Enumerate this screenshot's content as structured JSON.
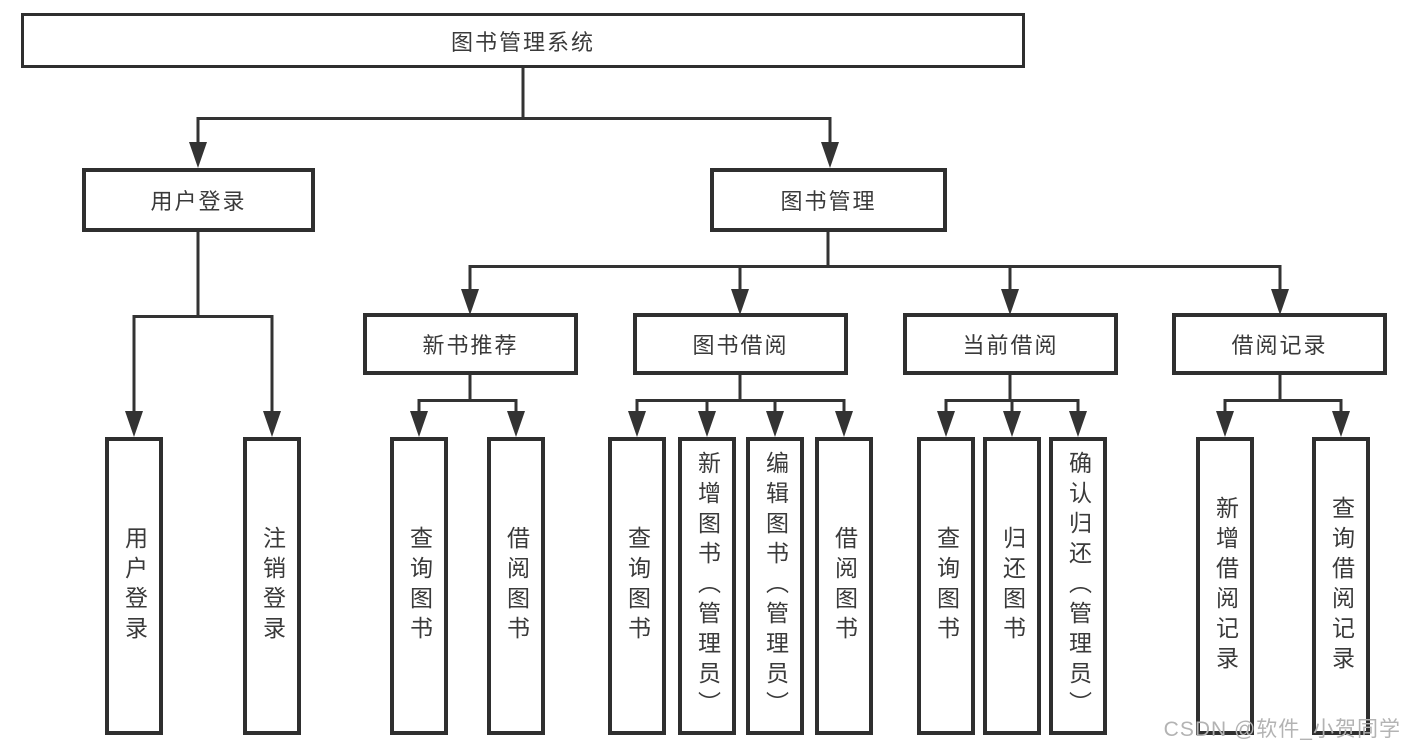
{
  "diagram": {
    "type": "hierarchy",
    "tree": {
      "root": {
        "label": "图书管理系统",
        "children": [
          {
            "label": "用户登录",
            "children": [
              {
                "label": "用户登录"
              },
              {
                "label": "注销登录"
              }
            ]
          },
          {
            "label": "图书管理",
            "children": [
              {
                "label": "新书推荐",
                "children": [
                  {
                    "label": "查询图书"
                  },
                  {
                    "label": "借阅图书"
                  }
                ]
              },
              {
                "label": "图书借阅",
                "children": [
                  {
                    "label": "查询图书"
                  },
                  {
                    "label": "新增图书（管理员）"
                  },
                  {
                    "label": "编辑图书（管理员）"
                  },
                  {
                    "label": "借阅图书"
                  }
                ]
              },
              {
                "label": "当前借阅",
                "children": [
                  {
                    "label": "查询图书"
                  },
                  {
                    "label": "归还图书"
                  },
                  {
                    "label": "确认归还（管理员）"
                  }
                ]
              },
              {
                "label": "借阅记录",
                "children": [
                  {
                    "label": "新增借阅记录"
                  },
                  {
                    "label": "查询借阅记录"
                  }
                ]
              }
            ]
          }
        ]
      }
    },
    "colors": {
      "line": "#333333",
      "box_border": "#2f2f2f",
      "text": "#3a3a3a",
      "background": "#ffffff",
      "watermark": "#b3b3b3"
    }
  },
  "watermark": {
    "text": "CSDN @软件_小贺同学"
  }
}
